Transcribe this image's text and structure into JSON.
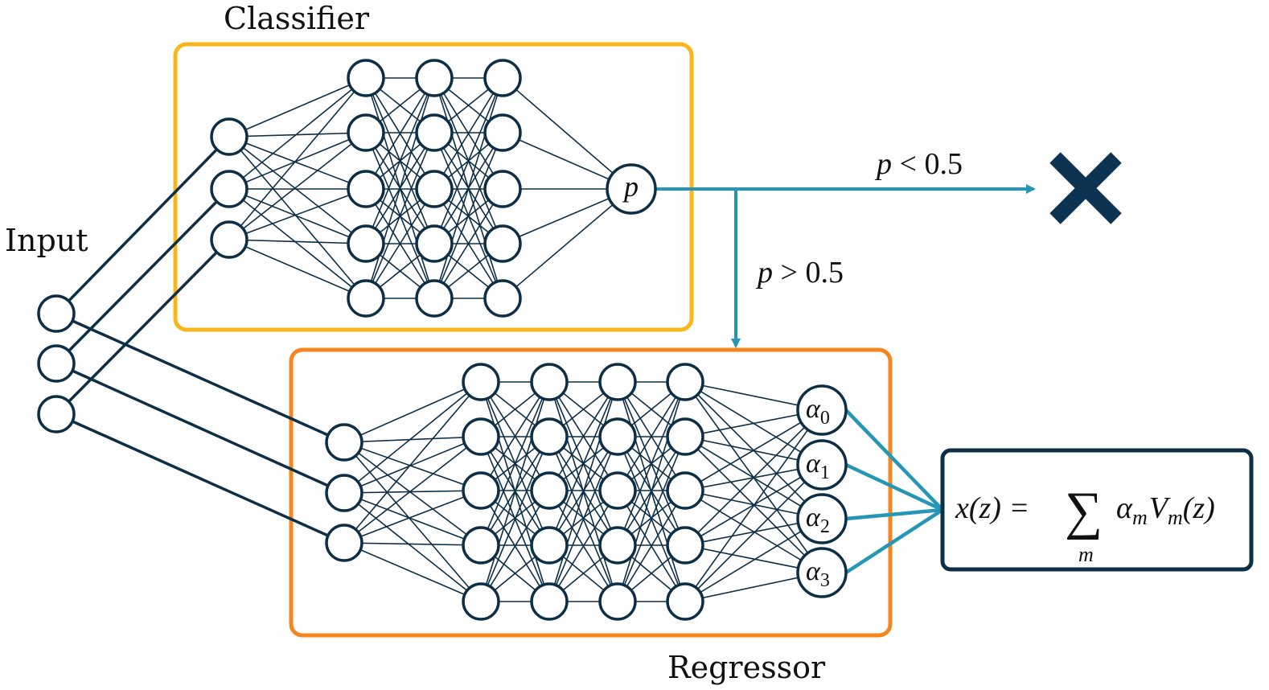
{
  "labels": {
    "input": "Input",
    "classifier": "Classifier",
    "regressor": "Regressor"
  },
  "classifier": {
    "output_node": "p",
    "layers": [
      3,
      5,
      5,
      5,
      1
    ]
  },
  "regressor": {
    "layers": [
      3,
      5,
      5,
      5,
      5,
      4
    ],
    "outputs": [
      {
        "symbol": "α",
        "sub": "0"
      },
      {
        "symbol": "α",
        "sub": "1"
      },
      {
        "symbol": "α",
        "sub": "2"
      },
      {
        "symbol": "α",
        "sub": "3"
      }
    ]
  },
  "input": {
    "nodes": 3
  },
  "branches": {
    "reject": {
      "var": "p",
      "op": " < ",
      "value": "0.5"
    },
    "accept": {
      "var": "p",
      "op": " > ",
      "value": "0.5"
    }
  },
  "reject_icon": "x-icon",
  "formula": {
    "lhs": "x(z) = ",
    "sum": "∑",
    "index": "m",
    "a": "α",
    "a_sub": "m",
    "v": "V",
    "v_sub": "m",
    "tail": "(z)"
  },
  "colors": {
    "network": "#0d2e47",
    "classifier_box": "#f9b51c",
    "regressor_box": "#f5861f",
    "flow": "#2596b5",
    "reject": "#0d3352"
  }
}
